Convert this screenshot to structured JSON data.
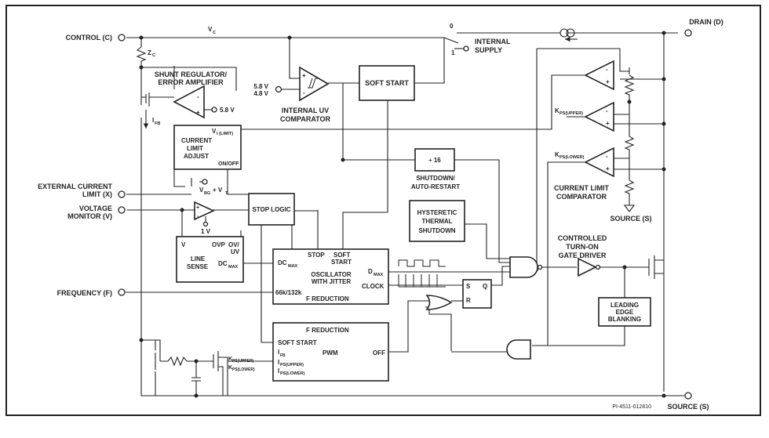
{
  "pins": {
    "control": "CONTROL (C)",
    "drain": "DRAIN (D)",
    "external_current_limit_line1": "EXTERNAL CURRENT",
    "external_current_limit_line2": "LIMIT (X)",
    "voltage_monitor_line1": "VOLTAGE",
    "voltage_monitor_line2": "MONITOR (V)",
    "frequency": "FREQUENCY (F)",
    "source_right": "SOURCE (S)",
    "source_bottom": "SOURCE (S)"
  },
  "labels": {
    "vc": "V",
    "vc_sub": "C",
    "zc": "Z",
    "zc_sub": "C",
    "switch_0": "0",
    "switch_1": "1",
    "internal_supply_line1": "INTERNAL",
    "internal_supply_line2": "SUPPLY",
    "shunt_reg_line1": "SHUNT REGULATOR/",
    "shunt_reg_line2": "ERROR AMPLIFIER",
    "ref_5v8": "5.8 V",
    "ifb": "I",
    "ifb_sub": "FB",
    "uv_5v8": "5.8 V",
    "uv_4v8": "4.8 V",
    "internal_uv_line1": "INTERNAL UV",
    "internal_uv_line2": "COMPARATOR",
    "vbg": "V",
    "vbg_sub": "BG",
    "vbg_plus": "+ V",
    "vt_sub": "T",
    "ref_1v": "1 V",
    "kps_upper": "K",
    "kps_upper_sub": "PS(UPPER)",
    "kps_lower": "K",
    "kps_lower_sub": "PS(LOWER)",
    "current_limit_comp_line1": "CURRENT LIMIT",
    "current_limit_comp_line2": "COMPARATOR",
    "shutdown_line1": "SHUTDOWN/",
    "shutdown_line2": "AUTO-RESTART",
    "controlled_turnon_line1": "CONTROLLED",
    "controlled_turnon_line2": "TURN-ON",
    "controlled_turnon_line3": "GATE DRIVER",
    "ff_s": "S",
    "ff_q": "Q",
    "ff_r": "R",
    "figure_id": "PI-4511-012810"
  },
  "blocks": {
    "soft_start": "SOFT START",
    "current_limit_adjust_line1": "CURRENT",
    "current_limit_adjust_line2": "LIMIT",
    "current_limit_adjust_line3": "ADJUST",
    "cla_vilimit": "V",
    "cla_vilimit_sub": "I (LIMIT)",
    "cla_onoff": "ON/OFF",
    "divide16": "÷ 16",
    "stop_logic": "STOP LOGIC",
    "hysteretic_line1": "HYSTERETIC",
    "hysteretic_line2": "THERMAL",
    "hysteretic_line3": "SHUTDOWN",
    "line_sense_v": "V",
    "line_sense_ovp": "OVP",
    "line_sense_ovuv1": "OV/",
    "line_sense_ovuv2": "UV",
    "line_sense_line1": "LINE",
    "line_sense_line2": "SENSE",
    "line_sense_dc": "DC",
    "line_sense_dc_sub": "MAX",
    "osc_dc": "DC",
    "osc_dc_sub": "MAX",
    "osc_stop": "STOP",
    "osc_soft": "SOFT",
    "osc_start": "START",
    "osc_line1": "OSCILLATOR",
    "osc_line2": "WITH JITTER",
    "osc_dmax": "D",
    "osc_dmax_sub": "MAX",
    "osc_clock": "CLOCK",
    "osc_freq": "66k/132k",
    "osc_freduction": "F REDUCTION",
    "pwm_freduction": "F REDUCTION",
    "pwm_softstart": "SOFT START",
    "pwm_ifb": "I",
    "pwm_ifb_sub": "FB",
    "pwm_ips_upper": "I",
    "pwm_ips_upper_sub": "PS(UPPER)",
    "pwm_ips_lower": "I",
    "pwm_ips_lower_sub": "PS(LOWER)",
    "pwm_title": "PWM",
    "pwm_off": "OFF",
    "pwm_kps_upper": "K",
    "pwm_kps_upper_sub": "PS(UPPER)",
    "pwm_kps_lower": "K",
    "pwm_kps_lower_sub": "PS(LOWER)",
    "leb_line1": "LEADING",
    "leb_line2": "EDGE",
    "leb_line3": "BLANKING"
  }
}
